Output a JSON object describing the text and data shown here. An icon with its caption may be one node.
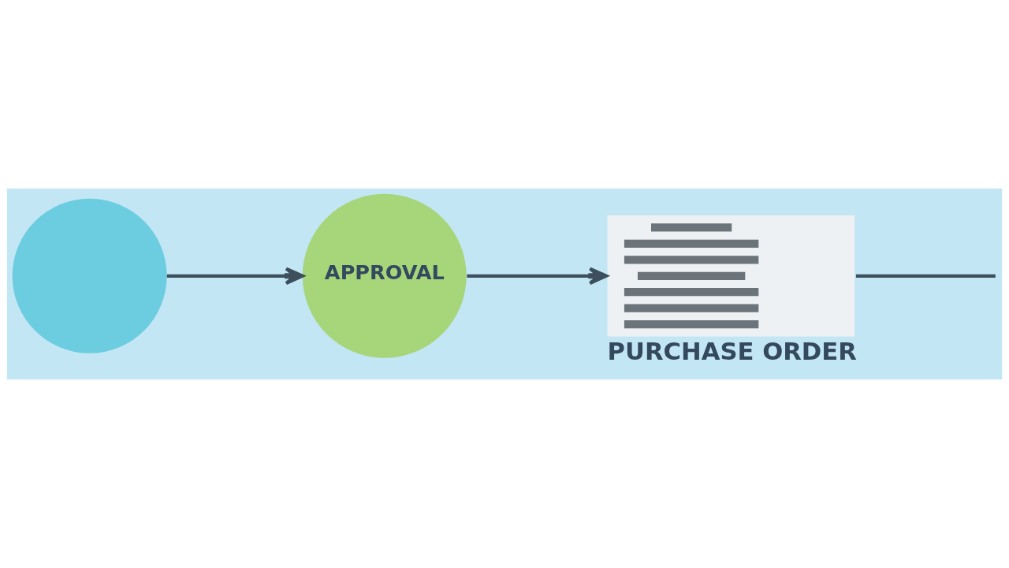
{
  "diagram": {
    "nodes": [
      {
        "text": [],
        "shape": "circle"
      },
      {
        "text": [
          "APPROVAL"
        ]
      },
      {
        "text": [
          "PURCHASE ORDER"
        ]
      }
    ],
    "edges": [
      {
        "from": 0,
        "to": 1,
        "arrow": "to"
      },
      {
        "from": 1,
        "to": 2,
        "arrow": "to"
      },
      {
        "from": 2,
        "to": null,
        "arrow": "none"
      }
    ]
  }
}
